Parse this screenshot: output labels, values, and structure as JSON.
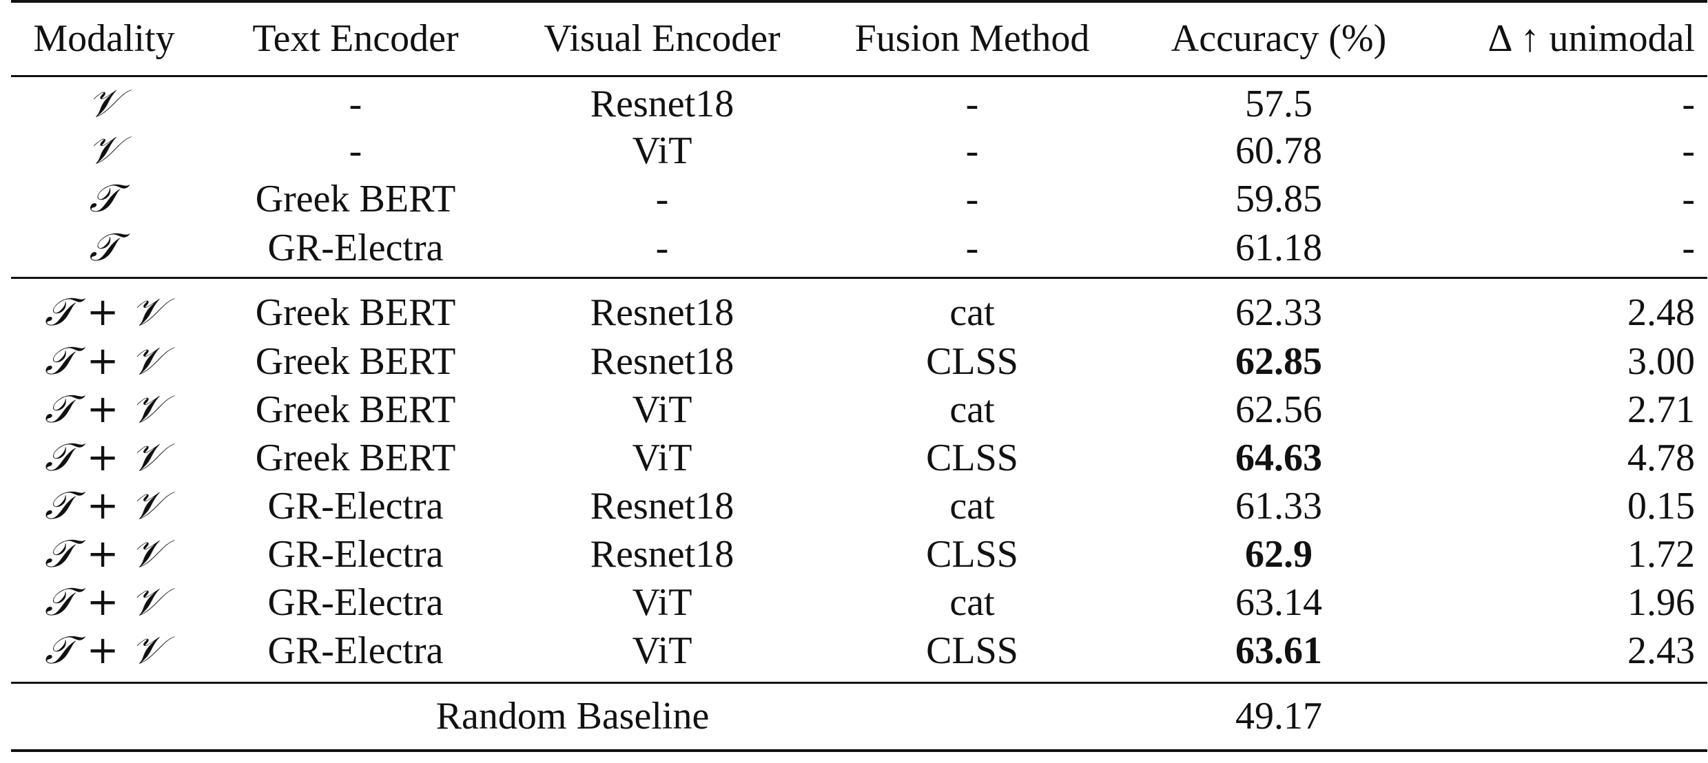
{
  "table": {
    "headers": [
      "Modality",
      "Text Encoder",
      "Visual Encoder",
      "Fusion Method",
      "Accuracy (%)",
      "Δ ↑ unimodal"
    ],
    "unimodal_rows": [
      {
        "modality": "𝒱",
        "text_encoder": "-",
        "visual_encoder": "Resnet18",
        "fusion": "-",
        "accuracy": "57.5",
        "delta": "-",
        "best": false
      },
      {
        "modality": "𝒱",
        "text_encoder": "-",
        "visual_encoder": "ViT",
        "fusion": "-",
        "accuracy": "60.78",
        "delta": "-",
        "best": false
      },
      {
        "modality": "𝒯",
        "text_encoder": "Greek BERT",
        "visual_encoder": "-",
        "fusion": "-",
        "accuracy": "59.85",
        "delta": "-",
        "best": false
      },
      {
        "modality": "𝒯",
        "text_encoder": "GR-Electra",
        "visual_encoder": "-",
        "fusion": "-",
        "accuracy": "61.18",
        "delta": "-",
        "best": false
      }
    ],
    "multimodal_rows": [
      {
        "modality": "𝒯 + 𝒱",
        "text_encoder": "Greek BERT",
        "visual_encoder": "Resnet18",
        "fusion": "cat",
        "accuracy": "62.33",
        "delta": "2.48",
        "best": false
      },
      {
        "modality": "𝒯 + 𝒱",
        "text_encoder": "Greek BERT",
        "visual_encoder": "Resnet18",
        "fusion": "CLSS",
        "accuracy": "62.85",
        "delta": "3.00",
        "best": true
      },
      {
        "modality": "𝒯 + 𝒱",
        "text_encoder": "Greek BERT",
        "visual_encoder": "ViT",
        "fusion": "cat",
        "accuracy": "62.56",
        "delta": "2.71",
        "best": false
      },
      {
        "modality": "𝒯 + 𝒱",
        "text_encoder": "Greek BERT",
        "visual_encoder": "ViT",
        "fusion": "CLSS",
        "accuracy": "64.63",
        "delta": "4.78",
        "best": true
      },
      {
        "modality": "𝒯 + 𝒱",
        "text_encoder": "GR-Electra",
        "visual_encoder": "Resnet18",
        "fusion": "cat",
        "accuracy": "61.33",
        "delta": "0.15",
        "best": false
      },
      {
        "modality": "𝒯 + 𝒱",
        "text_encoder": "GR-Electra",
        "visual_encoder": "Resnet18",
        "fusion": "CLSS",
        "accuracy": "62.9",
        "delta": "1.72",
        "best": true
      },
      {
        "modality": "𝒯 + 𝒱",
        "text_encoder": "GR-Electra",
        "visual_encoder": "ViT",
        "fusion": "cat",
        "accuracy": "63.14",
        "delta": "1.96",
        "best": false
      },
      {
        "modality": "𝒯 + 𝒱",
        "text_encoder": "GR-Electra",
        "visual_encoder": "ViT",
        "fusion": "CLSS",
        "accuracy": "63.61",
        "delta": "2.43",
        "best": true
      }
    ],
    "baseline": {
      "label": "Random Baseline",
      "accuracy": "49.17"
    }
  }
}
